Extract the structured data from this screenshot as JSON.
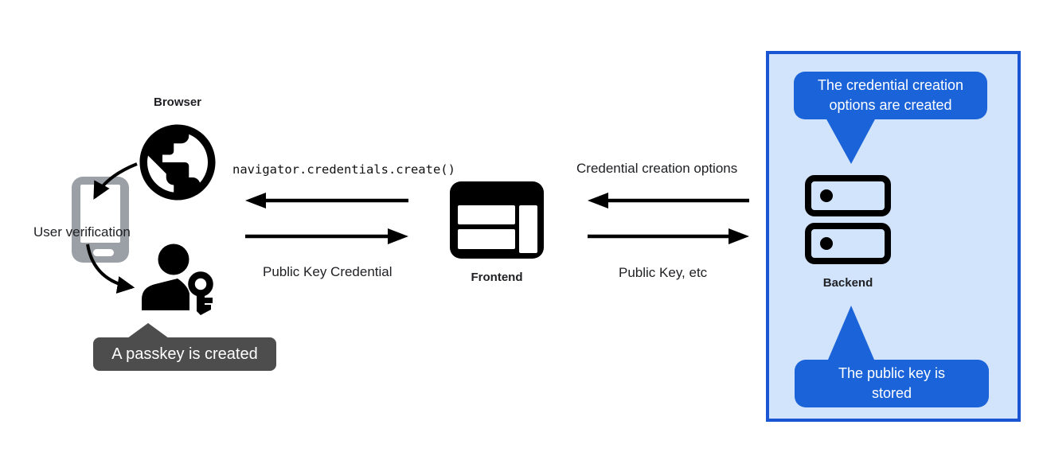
{
  "colors": {
    "accent_blue": "#1A63D9",
    "panel_border": "#1A55D4",
    "panel_bg": "#D2E3FC",
    "dark_tooltip": "#4D4D4D",
    "phone_gray": "#9AA0A6",
    "ink": "#202124"
  },
  "nodes": {
    "browser": {
      "label": "Browser"
    },
    "user_verification": {
      "label": "User verification"
    },
    "frontend": {
      "label": "Frontend"
    },
    "backend": {
      "label": "Backend"
    }
  },
  "messages": {
    "create_call": "navigator.credentials.create()",
    "public_key_credential": "Public Key Credential",
    "credential_creation_options": "Credential creation options",
    "public_key_etc": "Public Key, etc"
  },
  "callouts": {
    "passkey_created": "A passkey is created",
    "options_created": "The credential creation options are created",
    "public_key_stored": "The public key is stored"
  },
  "icons": {
    "globe": "globe-icon",
    "phone": "phone-icon",
    "user_with_key": "user-passkey-icon",
    "frontend_window": "browser-window-icon",
    "backend_servers": "server-stack-icon"
  }
}
